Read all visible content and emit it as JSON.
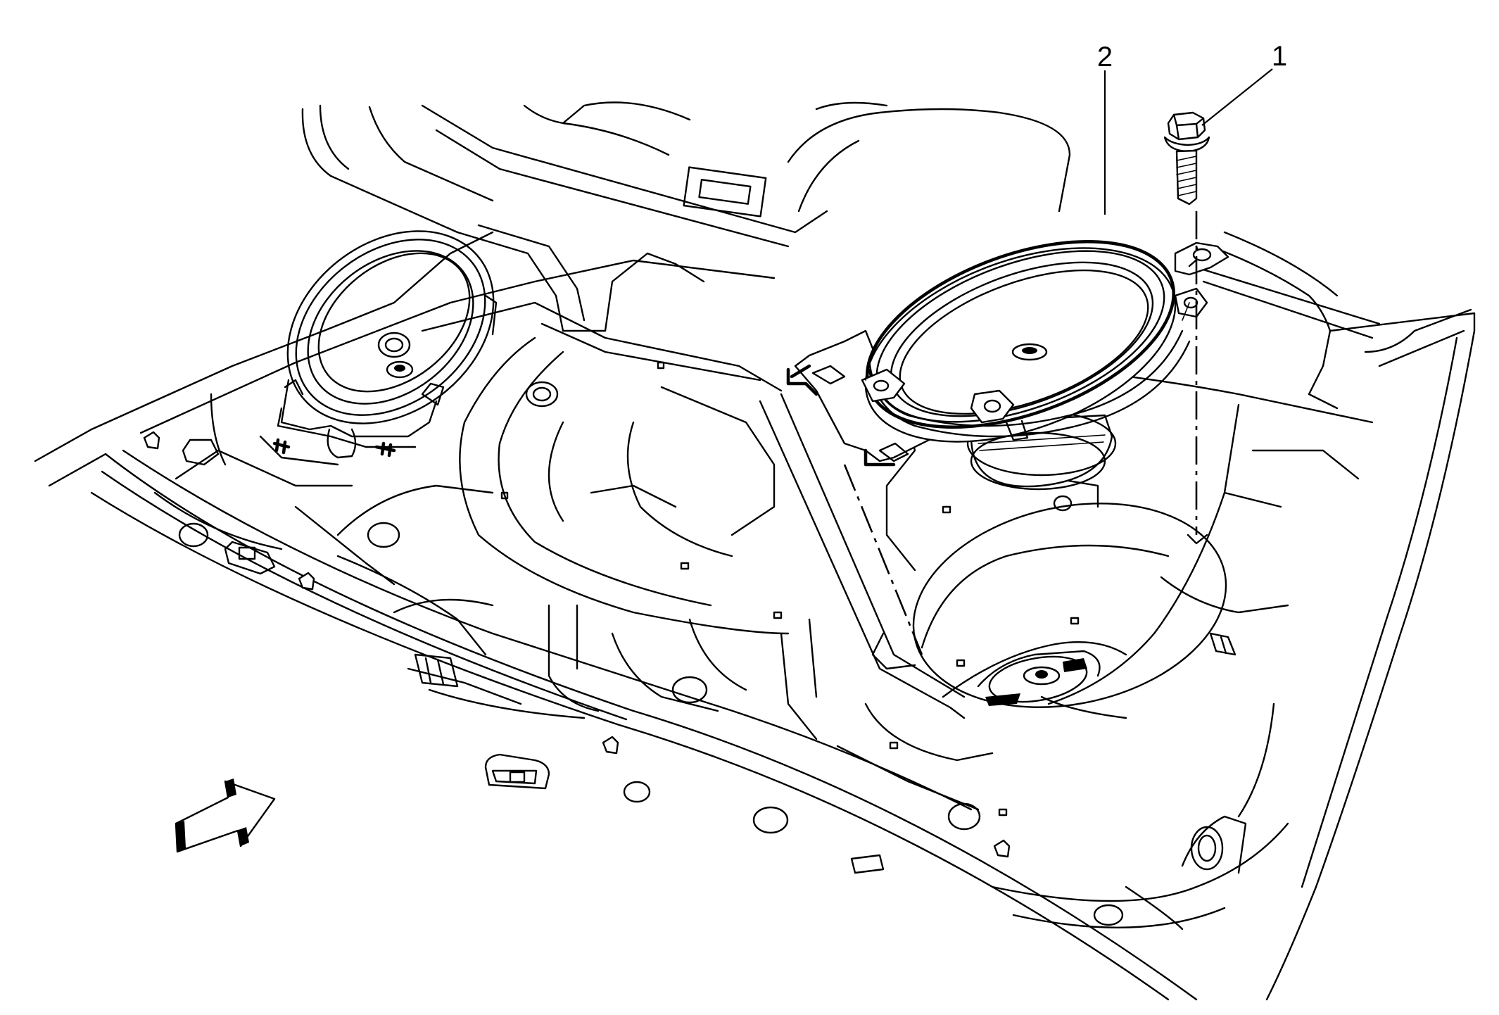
{
  "callouts": [
    {
      "id": "1",
      "label": "1"
    },
    {
      "id": "2",
      "label": "2"
    }
  ],
  "view_arrow": "front-direction-arrow",
  "icons": [
    "bolt-icon",
    "speaker-icon",
    "direction-arrow-icon"
  ]
}
